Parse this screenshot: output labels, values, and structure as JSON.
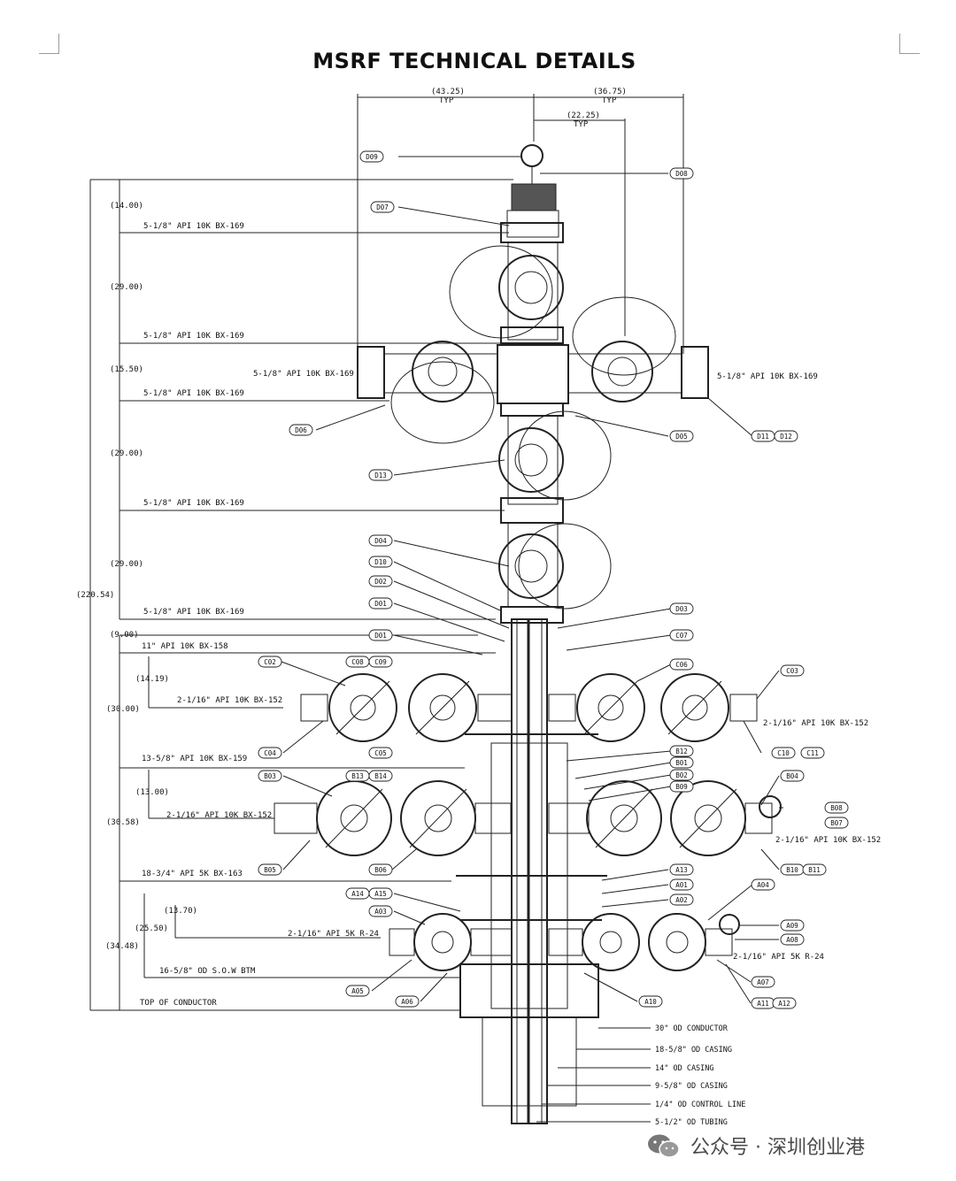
{
  "title": "MSRF TECHNICAL DETAILS",
  "top_dims": [
    "(43.25)",
    "TYP",
    "(36.75)",
    "TYP",
    "(22.25)",
    "TYP"
  ],
  "left_dims": [
    "(14.00)",
    "(29.00)",
    "(15.50)",
    "(29.00)",
    "(29.00)",
    "(220.54)",
    "(9.00)",
    "(14.19)",
    "(30.00)",
    "(13.00)",
    "(30.58)",
    "(13.70)",
    "(25.50)",
    "(34.48)"
  ],
  "connection_labels": [
    "5-1/8\" API 10K BX-169",
    "5-1/8\" API 10K BX-169",
    "5-1/8\" API 10K BX-169",
    "5-1/8\" API 10K BX-169",
    "5-1/8\" API 10K BX-169",
    "5-1/8\" API 10K BX-169",
    "5-1/8\" API 10K BX-169",
    "11\" API 10K BX-158",
    "2-1/16\" API 10K BX-152",
    "2-1/16\" API 10K BX-152",
    "13-5/8\" API 10K BX-159",
    "2-1/16\" API 10K BX-152",
    "2-1/16\" API 10K BX-152",
    "18-3/4\" API 5K BX-163",
    "2-1/16\" API 5K R-24",
    "2-1/16\" API 5K R-24",
    "16-5/8\" OD S.O.W BTM",
    "TOP OF CONDUCTOR"
  ],
  "tags": [
    "D09",
    "D08",
    "D07",
    "D06",
    "D05",
    "D11",
    "D12",
    "D13",
    "D04",
    "D10",
    "D02",
    "D01",
    "D03",
    "D01",
    "C07",
    "C02",
    "C08",
    "C09",
    "C06",
    "C03",
    "C04",
    "C05",
    "C10",
    "C11",
    "B12",
    "B01",
    "B03",
    "B13",
    "B14",
    "B02",
    "B09",
    "B04",
    "B08",
    "B07",
    "B05",
    "B06",
    "B10",
    "B11",
    "A13",
    "A01",
    "A14",
    "A15",
    "A03",
    "A02",
    "A04",
    "A09",
    "A08",
    "A05",
    "A06",
    "A07",
    "A10",
    "A11",
    "A12"
  ],
  "casing_labels": [
    "30\" OD CONDUCTOR",
    "18-5/8\" OD CASING",
    "14\" OD CASING",
    "9-5/8\" OD CASING",
    "1/4\" OD CONTROL LINE",
    "5-1/2\" OD TUBING"
  ],
  "watermark": "公众号 · 深圳创业港"
}
